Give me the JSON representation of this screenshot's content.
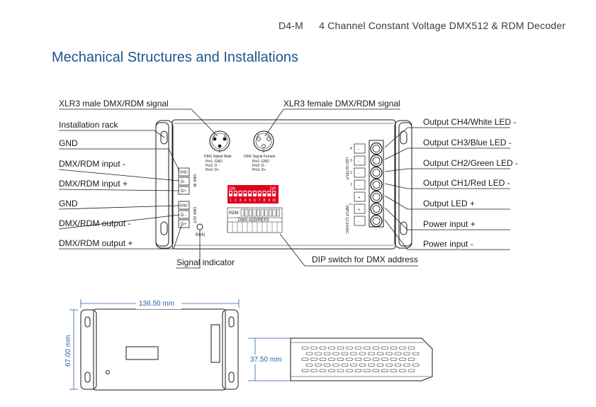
{
  "header": {
    "model": "D4-M",
    "product": "4 Channel Constant Voltage DMX512 & RDM Decoder"
  },
  "section_title": "Mechanical Structures and Installations",
  "callouts_left": {
    "installation_rack": "Installation rack",
    "gnd_top": "GND",
    "dmx_input_minus": "DMX/RDM input -",
    "dmx_input_plus": "DMX/RDM input +",
    "gnd_bottom": "GND",
    "dmx_output_minus": "DMX/RDM output -",
    "dmx_output_plus": "DMX/RDM output +"
  },
  "callouts_top": {
    "xlr_male": "XLR3 male DMX/RDM signal",
    "xlr_female": "XLR3 female DMX/RDM signal"
  },
  "callouts_right": {
    "ch4": "Output CH4/White LED -",
    "ch3": "Output CH3/Blue LED -",
    "ch2": "Output CH2/Green LED -",
    "ch1": "Output CH1/Red LED -",
    "led_plus": "Output LED +",
    "power_plus": "Power input +",
    "power_minus": "Power input -"
  },
  "callouts_bottom": {
    "signal_indicator": "Signal indicator",
    "dip_switch": "DIP switch for DMX address"
  },
  "board": {
    "xlr_male_label": "DMX Signal Male",
    "xlr_female_label": "DMX Signal Female",
    "pin_male": [
      "Pin1: GND",
      "Pin2: D -",
      "Pin3: D+"
    ],
    "pin_female": [
      "Pin1: GND",
      "Pin2: D -",
      "Pin3: D+"
    ],
    "dmx_in_terminals": [
      "GND",
      "D-",
      "D+"
    ],
    "dmx_out_terminals": [
      "GND",
      "D -",
      "D+"
    ],
    "dmx_in_vertical": "DMX IN",
    "dmx_out_vertical": "DMX OUT",
    "run_label": "RUN",
    "dip_on": "ON",
    "dip_dp": "DP",
    "dip_numbers": [
      "1",
      "2",
      "3",
      "4",
      "5",
      "6",
      "7",
      "8",
      "9",
      "10"
    ],
    "rdm_label": "RDM",
    "dmx_address_label": "DMX ADDRESS",
    "led_output_vertical": "LED OUTPUT",
    "input_vertical": "INPUT 12-24VDC",
    "output_channel_marks": [
      "4",
      "3",
      "2",
      "1"
    ],
    "terminal_signs": [
      "-",
      "-",
      "-",
      "-",
      "+",
      "+",
      "-"
    ]
  },
  "dimensions": {
    "width": "136.50 mm",
    "depth": "67.00 mm",
    "height": "37.50 mm"
  },
  "colors": {
    "title": "#1e5591",
    "dimension": "#2c5ea3",
    "dip_switch": "#e0001b"
  }
}
